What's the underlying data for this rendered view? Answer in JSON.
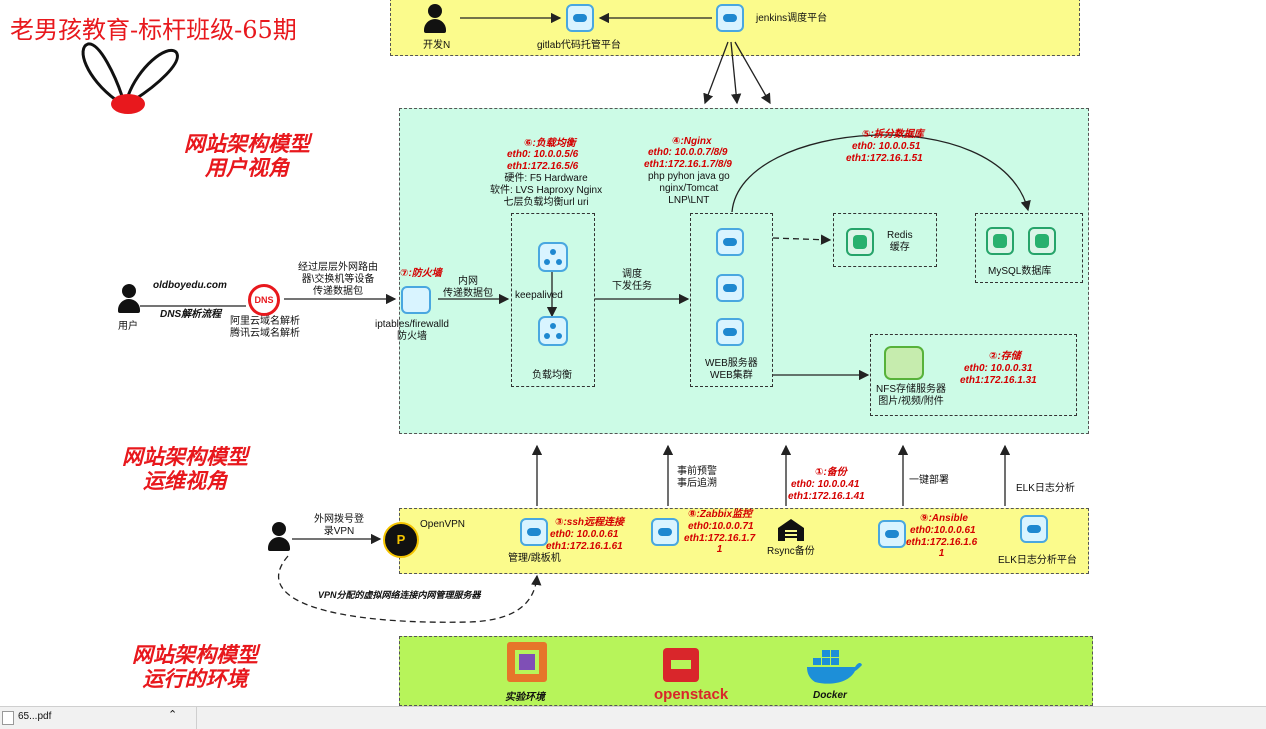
{
  "brand": "老男孩教育-标杆班级-65期",
  "titles": {
    "user_view": [
      "网站架构模型",
      "用户视角"
    ],
    "ops_view": [
      "网站架构模型",
      "运维视角"
    ],
    "env_view": [
      "网站架构模型",
      "运行的环境"
    ]
  },
  "top": {
    "dev": "开发N",
    "gitlab": "gitlab代码托管平台",
    "jenkins": "jenkins调度平台"
  },
  "user_side": {
    "user": "用户",
    "domain": "oldboyedu.com",
    "dns_flow": "DNS解析流程",
    "dns_providers": [
      "阿里云域名解析",
      "腾讯云域名解析"
    ],
    "route_note": [
      "经过层层外网路由",
      "器\\交换机等设备",
      "传递数据包"
    ]
  },
  "firewall": {
    "tag": "⑦:防火墙",
    "inner": [
      "内网",
      "传递数据包"
    ],
    "caption": [
      "iptables/firewalld",
      "防火墙"
    ]
  },
  "lb": {
    "tag": "⑥:负载均衡",
    "eth0": "eth0: 10.0.0.5/6",
    "eth1": "eth1:172.16.5/6",
    "desc": [
      "硬件: F5 Hardware",
      "软件: LVS Haproxy Nginx",
      "七层负载均衡url  uri"
    ],
    "keepalived": "keepalived",
    "caption": "负载均衡",
    "dispatch": [
      "调度",
      "下发任务"
    ]
  },
  "web": {
    "tag": "④:Nginx",
    "eth0": "eth0: 10.0.0.7/8/9",
    "eth1": "eth1:172.16.1.7/8/9",
    "desc": [
      "php pyhon java go",
      "nginx/Tomcat",
      "LNP\\LNT"
    ],
    "caption": [
      "WEB服务器",
      "WEB集群"
    ]
  },
  "db": {
    "tag": "⑤:拆分数据库",
    "eth0": "eth0: 10.0.0.51",
    "eth1": "eth1:172.16.1.51",
    "caption": "MySQL数据库"
  },
  "redis": {
    "caption": [
      "Redis",
      "缓存"
    ]
  },
  "nfs": {
    "tag": "②:存储",
    "eth0": "eth0: 10.0.0.31",
    "eth1": "eth1:172.16.1.31",
    "caption": [
      "NFS存储服务器",
      "图片/视频/附件"
    ]
  },
  "ops_arrows": {
    "monitor": [
      "事前预警",
      "事后追溯"
    ],
    "deploy": "一键部署",
    "elk": "ELK日志分析"
  },
  "backup": {
    "tag": "①:备份",
    "eth0": "eth0: 10.0.0.41",
    "eth1": "eth1:172.16.1.41",
    "caption": "Rsync备份"
  },
  "ops": {
    "vpn_note": [
      "外网拨号登",
      "录VPN"
    ],
    "openvpn": "OpenVPN",
    "jump": {
      "tag": "③:ssh远程连接",
      "eth0": "eth0: 10.0.0.61",
      "eth1": "eth1:172.16.1.61",
      "caption": "管理/跳板机"
    },
    "zabbix": {
      "tag": "⑧:Zabbix监控",
      "eth0": "eth0:10.0.0.71",
      "eth1": [
        "eth1:172.16.1.7",
        "1"
      ]
    },
    "ansible": {
      "tag": "⑨:Ansible",
      "eth0": "eth0:10.0.0.61",
      "eth1": [
        "eth1:172.16.1.6",
        "1"
      ]
    },
    "elk_platform": "ELK日志分析平台",
    "vpn_virtual": "VPN分配的虚拟网络连接内网管理服务器"
  },
  "env": {
    "lab": "实验环境",
    "openstack": "openstack",
    "docker": "Docker"
  },
  "taskbar": {
    "file": "65...pdf"
  },
  "colors": {
    "accent_red": "#e8181d",
    "zone_yellow": "#fbfb8c",
    "zone_green": "#ccfbe6",
    "env_green": "#b7f45a"
  }
}
